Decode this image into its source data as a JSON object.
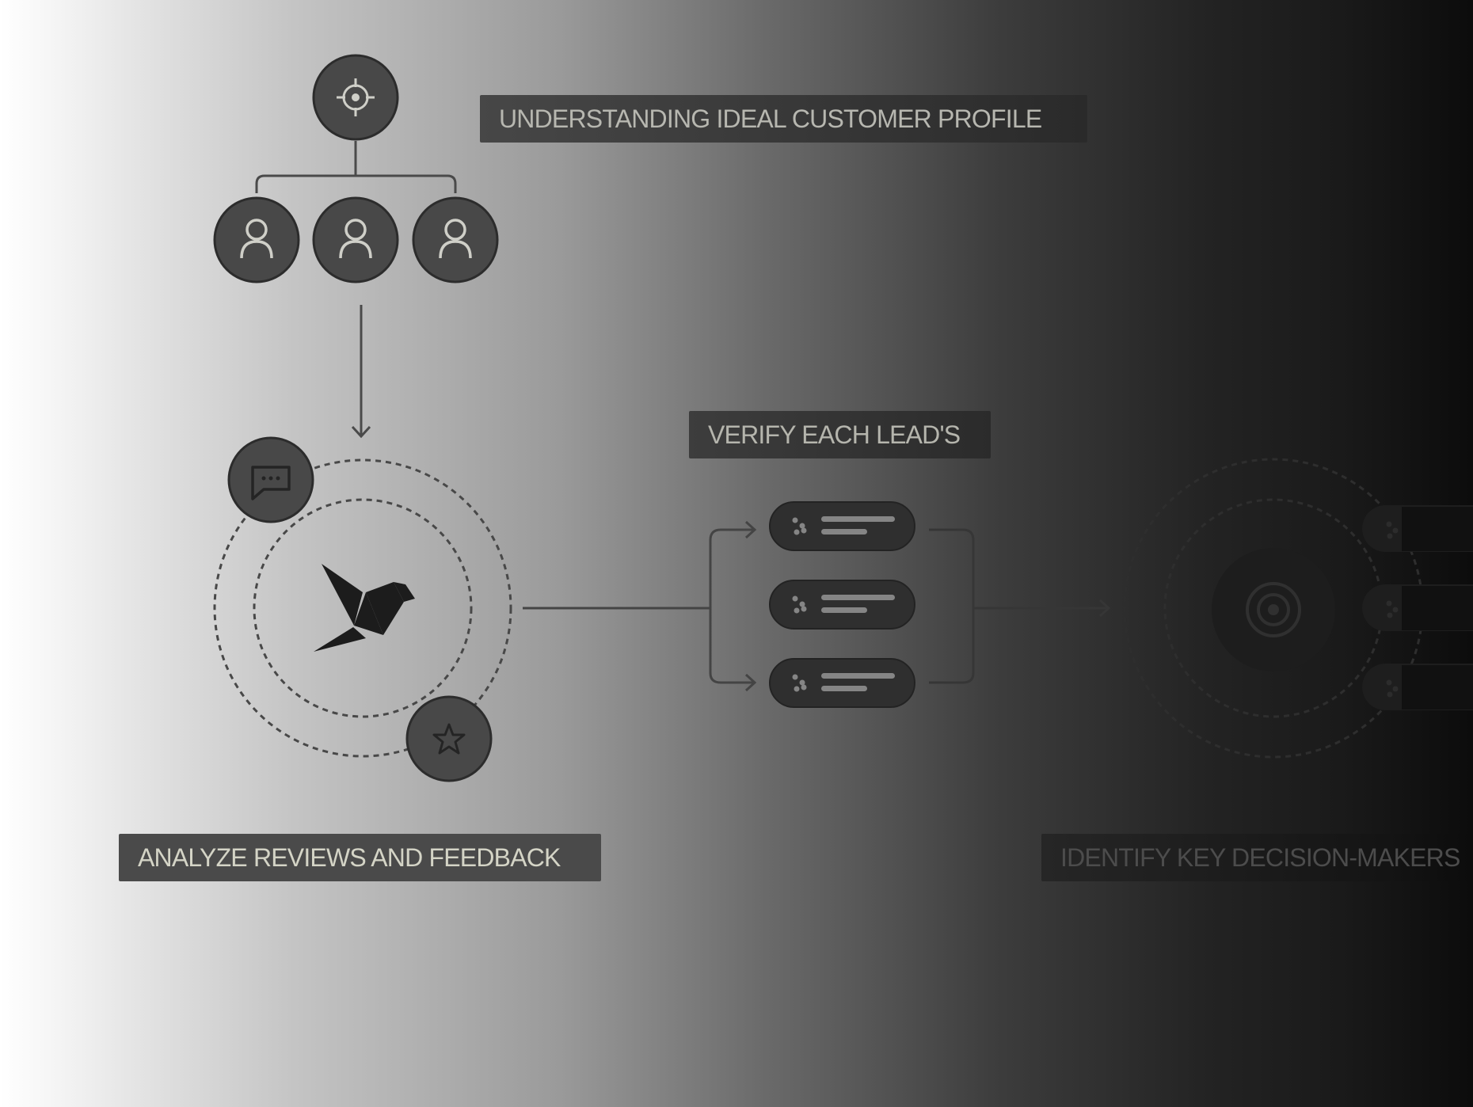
{
  "labels": {
    "icp": "UNDERSTANDING IDEAL CUSTOMER PROFILE",
    "verify": "VERIFY EACH LEAD'S",
    "reviews": "ANALYZE REVIEWS AND FEEDBACK",
    "identify": "IDENTIFY KEY DECISION-MAKERS"
  },
  "icons": {
    "top": "crosshair-icon",
    "people": [
      "user-icon",
      "user-icon",
      "user-icon"
    ],
    "center": "origami-bird-icon",
    "comment": "chat-bubble-icon",
    "rating": "star-icon",
    "leads": [
      "lead-card",
      "lead-card",
      "lead-card"
    ],
    "target": "target-icon"
  },
  "colors": {
    "node_fill": "#484848",
    "node_stroke": "#2c2c2c",
    "icon_stroke": "#cfcfc8",
    "line": "#4a4a4a",
    "card_fill": "#2f2f2f",
    "card_icon": "#8a8a8a"
  }
}
